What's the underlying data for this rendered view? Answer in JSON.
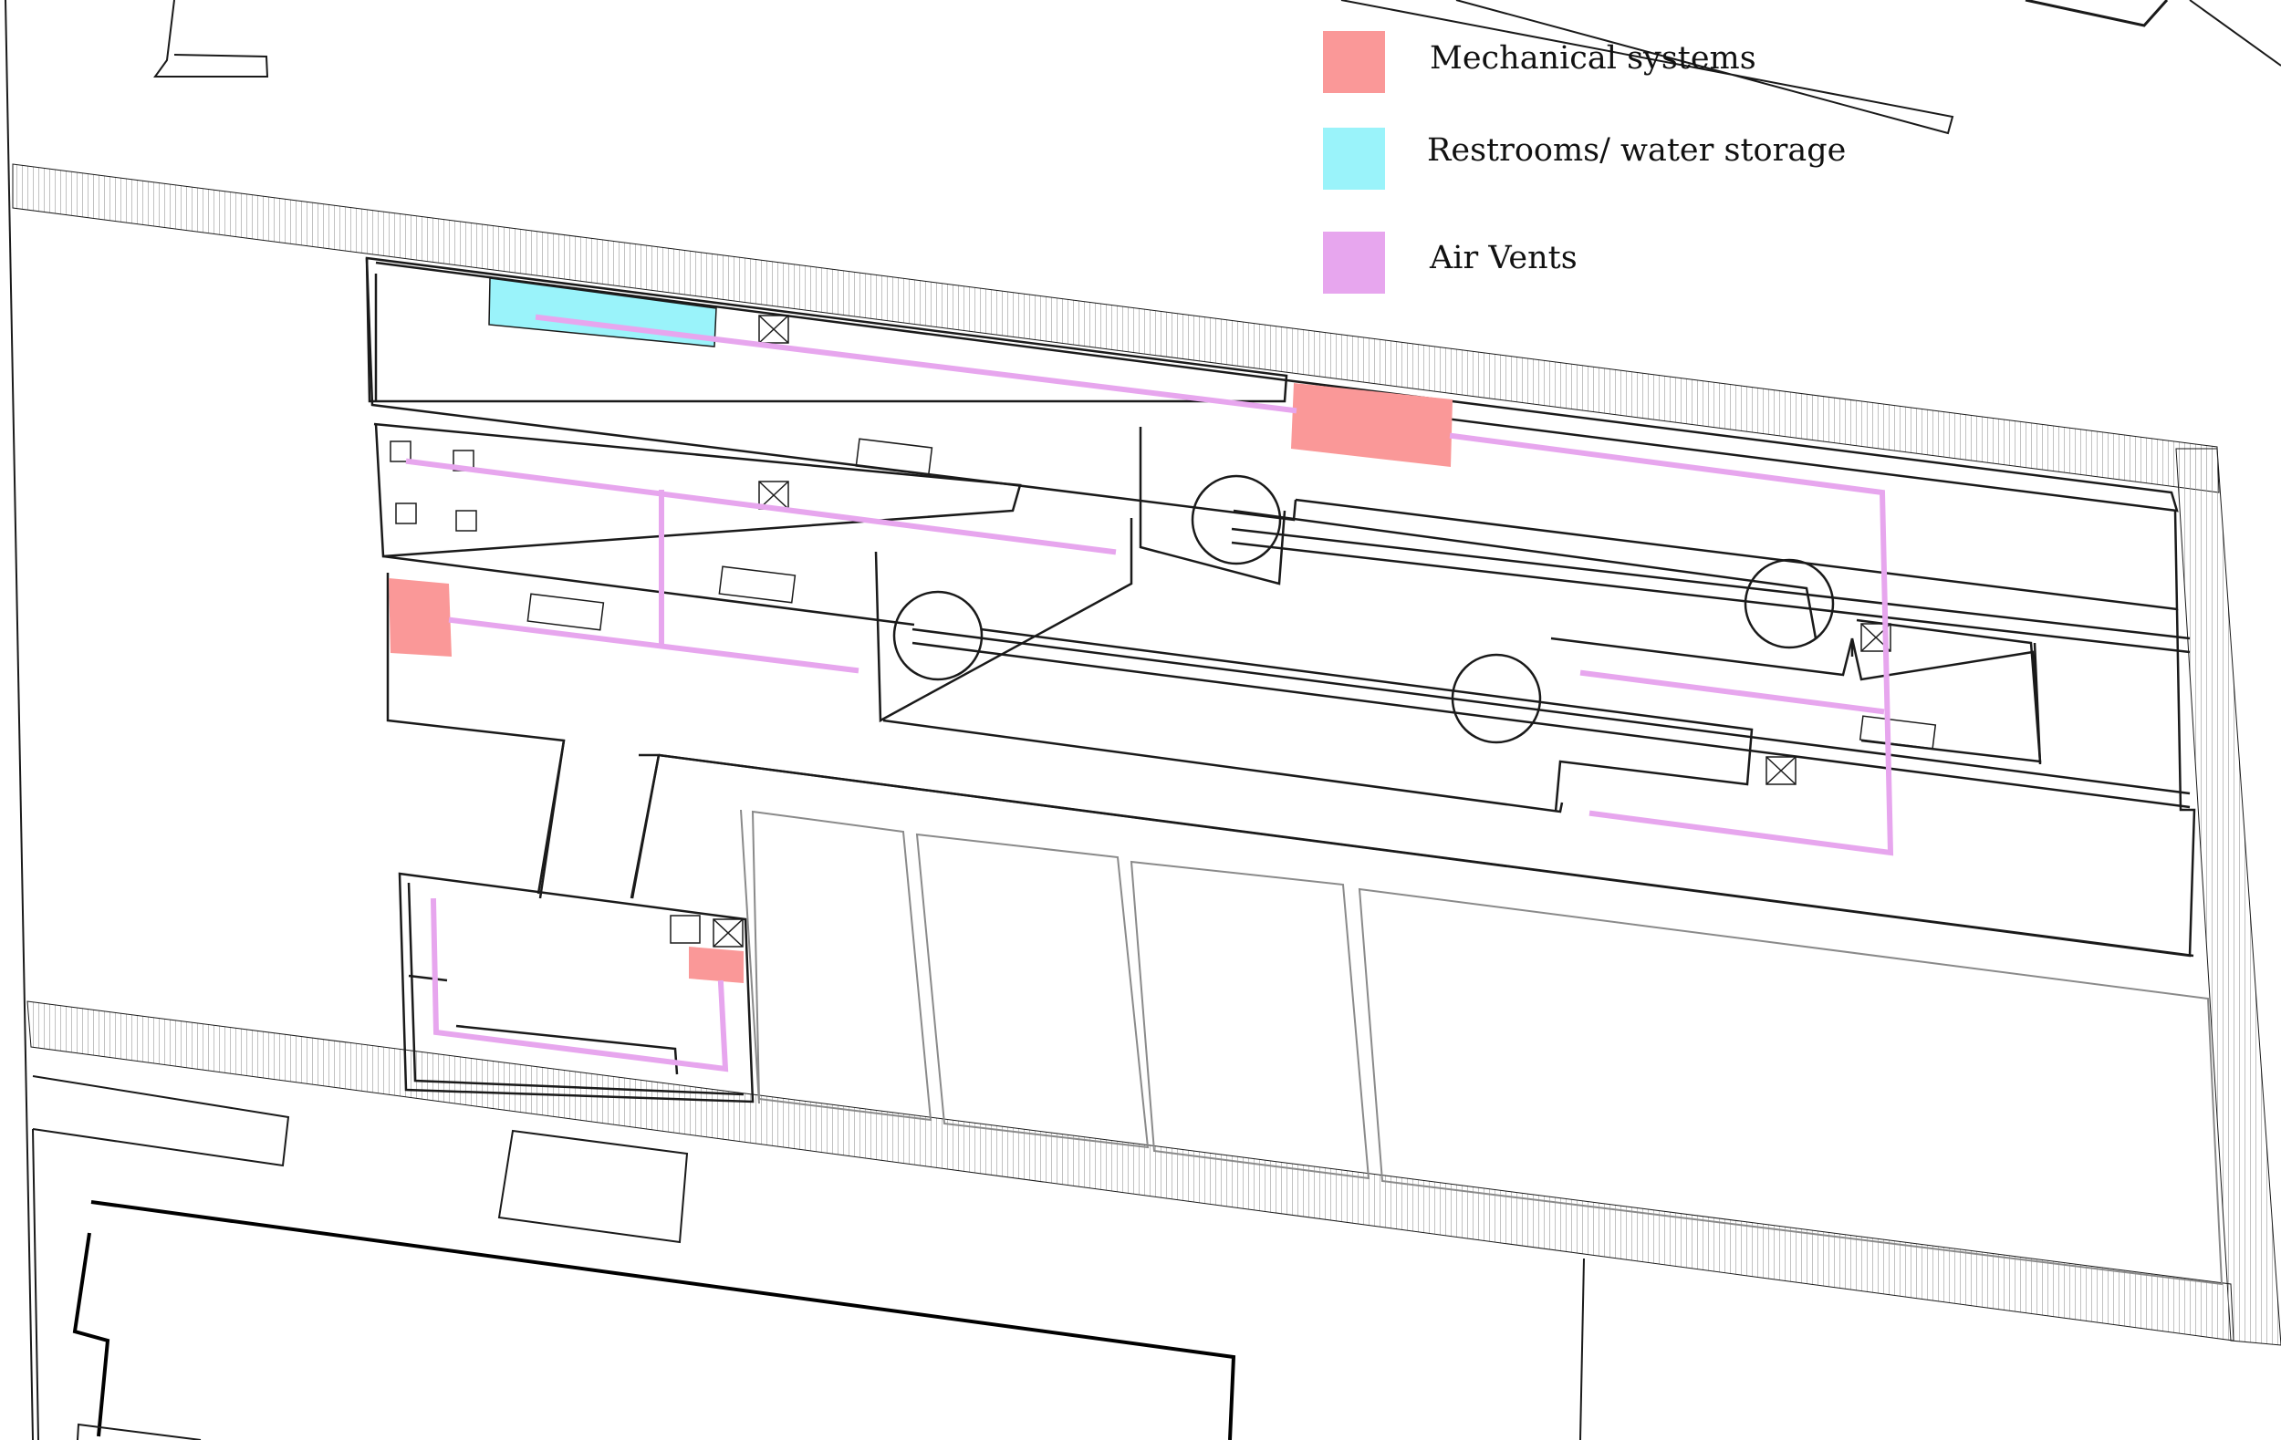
{
  "legend": {
    "items": [
      {
        "key": "mechanical",
        "label": "Mechanical systems",
        "color": "#fa9898"
      },
      {
        "key": "restrooms",
        "label": "Restrooms/ water storage",
        "color": "#9af3fa"
      },
      {
        "key": "vents",
        "label": "Air Vents",
        "color": "#e7a6ee"
      }
    ]
  },
  "colors": {
    "line": "#1a1a1a",
    "light_line": "#8a8a8a",
    "hatch": "#9a9a9a",
    "mechanical": "#fa9898",
    "restrooms": "#9af3fa",
    "vents": "#e7a6ee"
  }
}
